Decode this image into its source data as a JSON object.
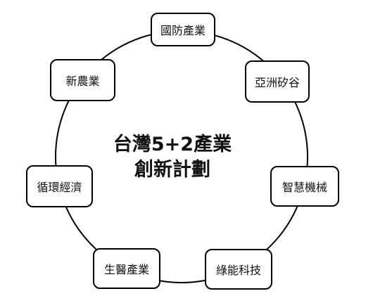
{
  "center": {
    "line1": "台灣5+2產業",
    "line2": "創新計劃"
  },
  "nodes": [
    "國防產業",
    "亞洲矽谷",
    "智慧機械",
    "綠能科技",
    "生醫產業",
    "循環經濟",
    "新農業"
  ]
}
